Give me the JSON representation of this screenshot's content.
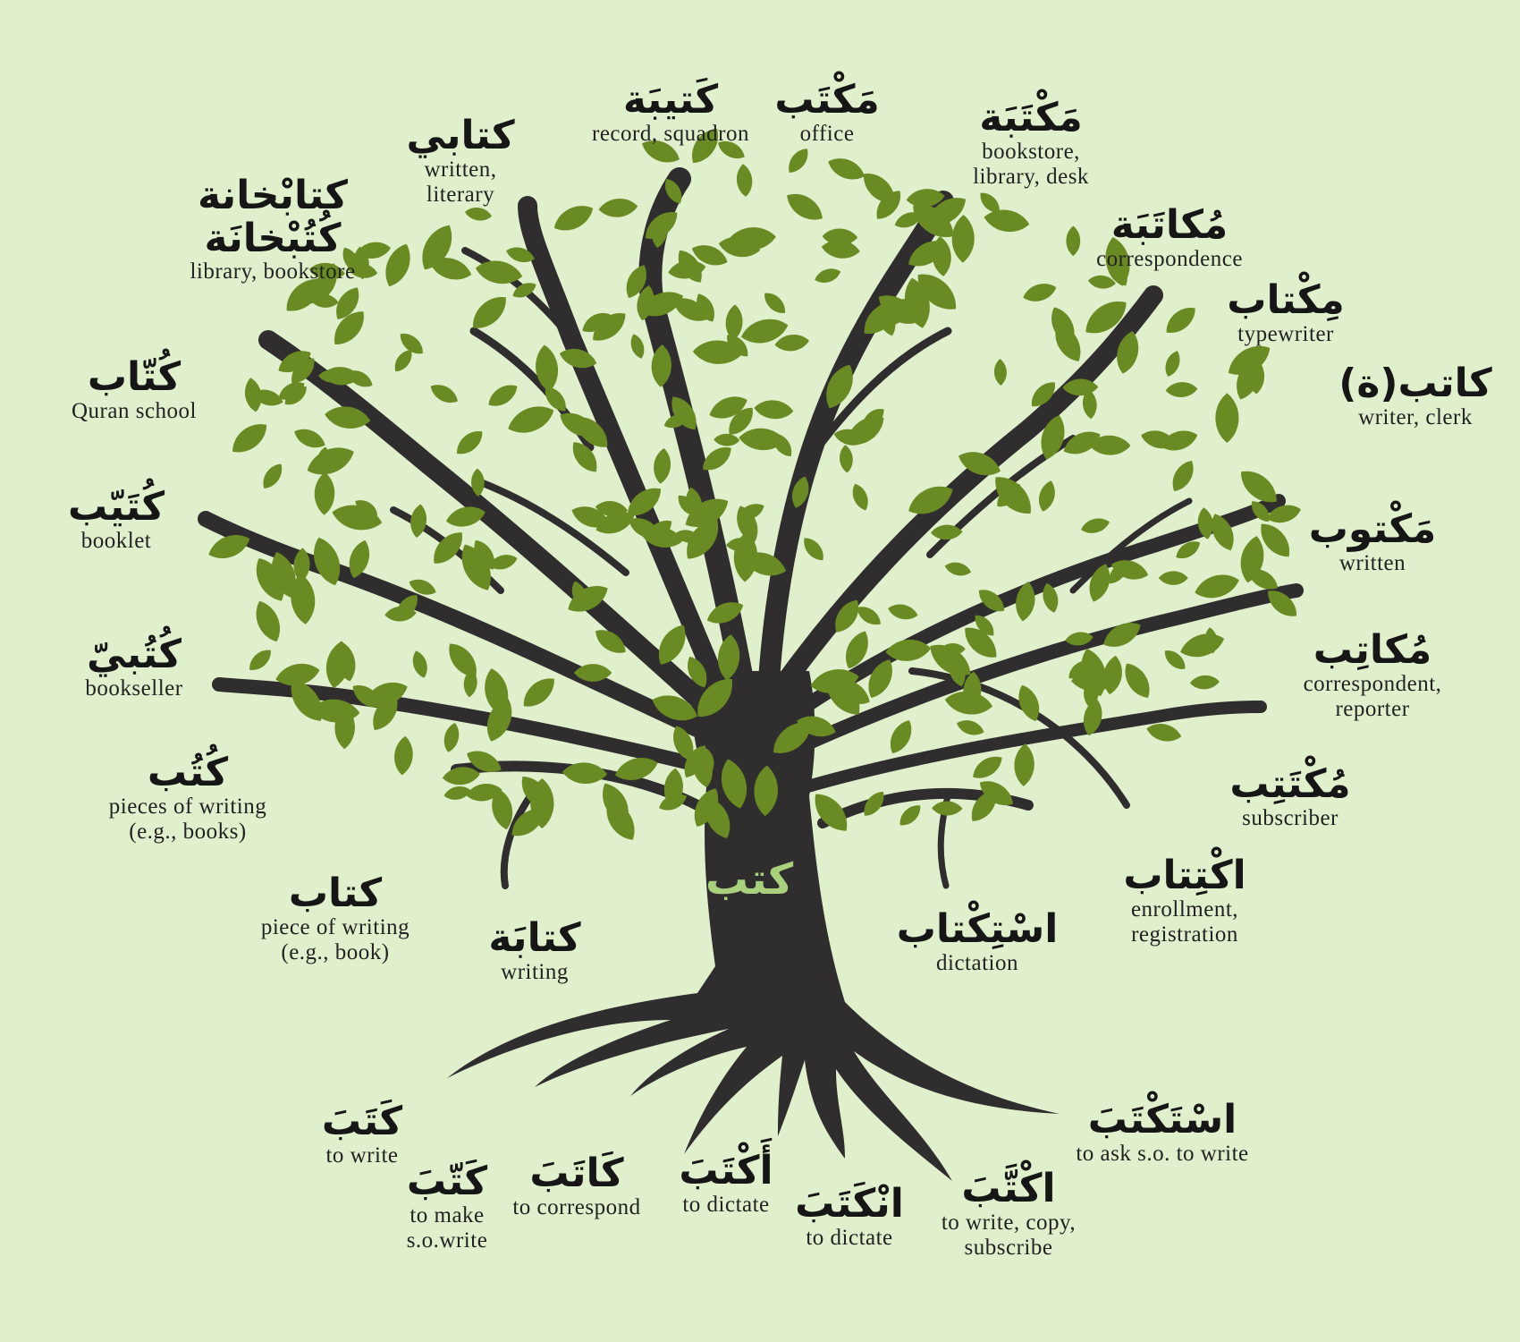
{
  "colors": {
    "background": "#e0efcc",
    "trunk": "#2f2d2e",
    "leaf": "#6a8a24",
    "root_text": "#a9d07c",
    "text": "#1b1b1b"
  },
  "root": "كتب",
  "words": [
    {
      "ar": "كَتيبَة",
      "en": "record, squadron"
    },
    {
      "ar": "مَكْتَب",
      "en": "office"
    },
    {
      "ar": "مَكْتَبَة",
      "en": "bookstore,\nlibrary, desk"
    },
    {
      "ar": "كتابي",
      "en": "written,\nliterary"
    },
    {
      "ar": "كتابْخانة\nكُتُبْخانَة",
      "en": "library, bookstore"
    },
    {
      "ar": "مُكاتَبَة",
      "en": "correspondence"
    },
    {
      "ar": "مِكْتاب",
      "en": "typewriter"
    },
    {
      "ar": "كُتّاب",
      "en": "Quran school"
    },
    {
      "ar": "كاتب(ة)",
      "en": "writer, clerk"
    },
    {
      "ar": "كُتَيّب",
      "en": "booklet"
    },
    {
      "ar": "مَكْتوب",
      "en": "written"
    },
    {
      "ar": "كُتُبيّ",
      "en": "bookseller"
    },
    {
      "ar": "مُكاتِب",
      "en": "correspondent,\nreporter"
    },
    {
      "ar": "كُتُب",
      "en": "pieces of writing\n(e.g., books)"
    },
    {
      "ar": "مُكْتَتِب",
      "en": "subscriber"
    },
    {
      "ar": "كتاب",
      "en": "piece of writing\n(e.g., book)"
    },
    {
      "ar": "كتابَة",
      "en": "writing"
    },
    {
      "ar": "اسْتِكْتاب",
      "en": "dictation"
    },
    {
      "ar": "اكْتِتاب",
      "en": "enrollment,\nregistration"
    },
    {
      "ar": "كَتَبَ",
      "en": "to write"
    },
    {
      "ar": "كَتّبَ",
      "en": "to make\ns.o.write"
    },
    {
      "ar": "كَاتَبَ",
      "en": "to correspond"
    },
    {
      "ar": "أَكْتَبَ",
      "en": "to dictate"
    },
    {
      "ar": "انْكَتَبَ",
      "en": "to dictate"
    },
    {
      "ar": "اكْتَّبَ",
      "en": "to write, copy,\nsubscribe"
    },
    {
      "ar": "اسْتَكْتَبَ",
      "en": "to ask s.o. to write"
    }
  ]
}
